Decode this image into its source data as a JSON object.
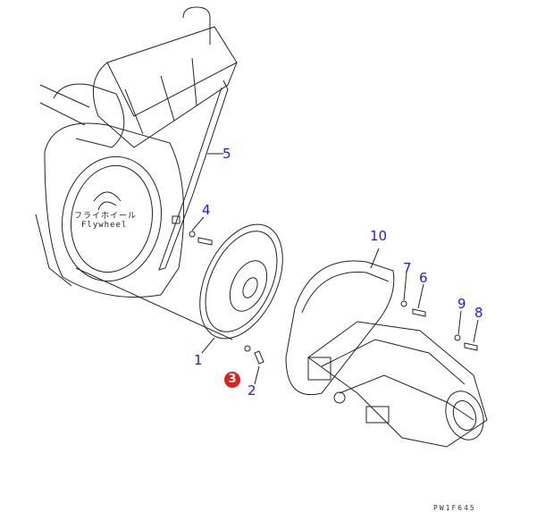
{
  "diagram": {
    "flywheel_label_jp": "フライホイール",
    "flywheel_label_en": "Flywheel",
    "drawing_code": "PW1F645",
    "highlight_color": "#e02020",
    "callout_color": "#1a1aff",
    "callouts": [
      {
        "number": "1"
      },
      {
        "number": "2"
      },
      {
        "number": "3",
        "highlighted": true
      },
      {
        "number": "4"
      },
      {
        "number": "5"
      },
      {
        "number": "6"
      },
      {
        "number": "7"
      },
      {
        "number": "8"
      },
      {
        "number": "9"
      },
      {
        "number": "10"
      }
    ]
  }
}
